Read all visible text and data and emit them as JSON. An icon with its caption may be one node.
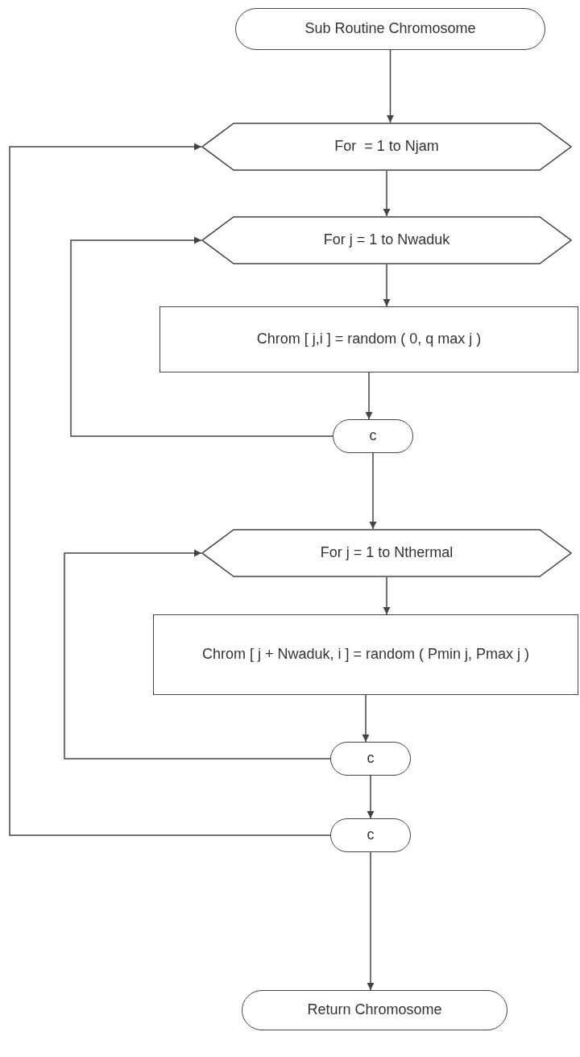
{
  "diagram": {
    "nodes": [
      {
        "text": [
          "Sub Routine Chromosome"
        ]
      },
      {
        "text": [
          "For  = 1 to Njam"
        ]
      },
      {
        "text": [
          "For j = 1 to Nwaduk"
        ]
      },
      {
        "text": [
          "Chrom [ j,i ] = random ( 0, q max j )"
        ]
      },
      {
        "text": [
          "c"
        ]
      },
      {
        "text": [
          "For j = 1 to Nthermal"
        ]
      },
      {
        "text": [
          "Chrom [ j + Nwaduk, i ] = random ( Pmin j, Pmax j )"
        ]
      },
      {
        "text": [
          "c"
        ]
      },
      {
        "text": [
          "c"
        ]
      },
      {
        "text": [
          "Return Chromosome"
        ]
      }
    ],
    "edges": [
      {
        "from": 0,
        "to": 1,
        "arrow": "to"
      },
      {
        "from": 1,
        "to": 2,
        "arrow": "to"
      },
      {
        "from": 2,
        "to": 3,
        "arrow": "to"
      },
      {
        "from": 3,
        "to": 4,
        "arrow": "to"
      },
      {
        "from": 4,
        "to": 2,
        "arrow": "to"
      },
      {
        "from": 4,
        "to": 5,
        "arrow": "to"
      },
      {
        "from": 5,
        "to": 6,
        "arrow": "to"
      },
      {
        "from": 6,
        "to": 7,
        "arrow": "to"
      },
      {
        "from": 7,
        "to": 5,
        "arrow": "to"
      },
      {
        "from": 7,
        "to": 8,
        "arrow": "to"
      },
      {
        "from": 8,
        "to": 1,
        "arrow": "to"
      },
      {
        "from": 8,
        "to": 9,
        "arrow": "to"
      }
    ]
  }
}
